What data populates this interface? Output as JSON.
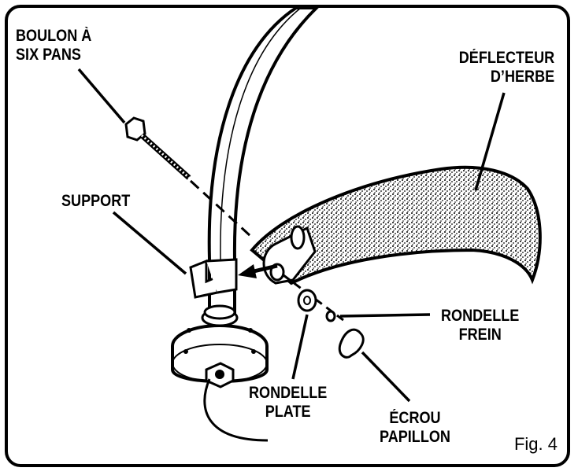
{
  "labels": {
    "hex_bolt": [
      "BOULON À",
      "SIX PANS"
    ],
    "grass_deflector": [
      "DÉFLECTEUR",
      "D’HERBE"
    ],
    "support": [
      "SUPPORT"
    ],
    "lock_washer": [
      "RONDELLE",
      "FREIN"
    ],
    "flat_washer": [
      "RONDELLE",
      "PLATE"
    ],
    "wing_nut": [
      "ÉCROU",
      "PAPILLON"
    ]
  },
  "figure_number": "Fig. 4",
  "colors": {
    "ink": "#000000",
    "paper": "#ffffff",
    "stipple": "#8a8a8a"
  }
}
